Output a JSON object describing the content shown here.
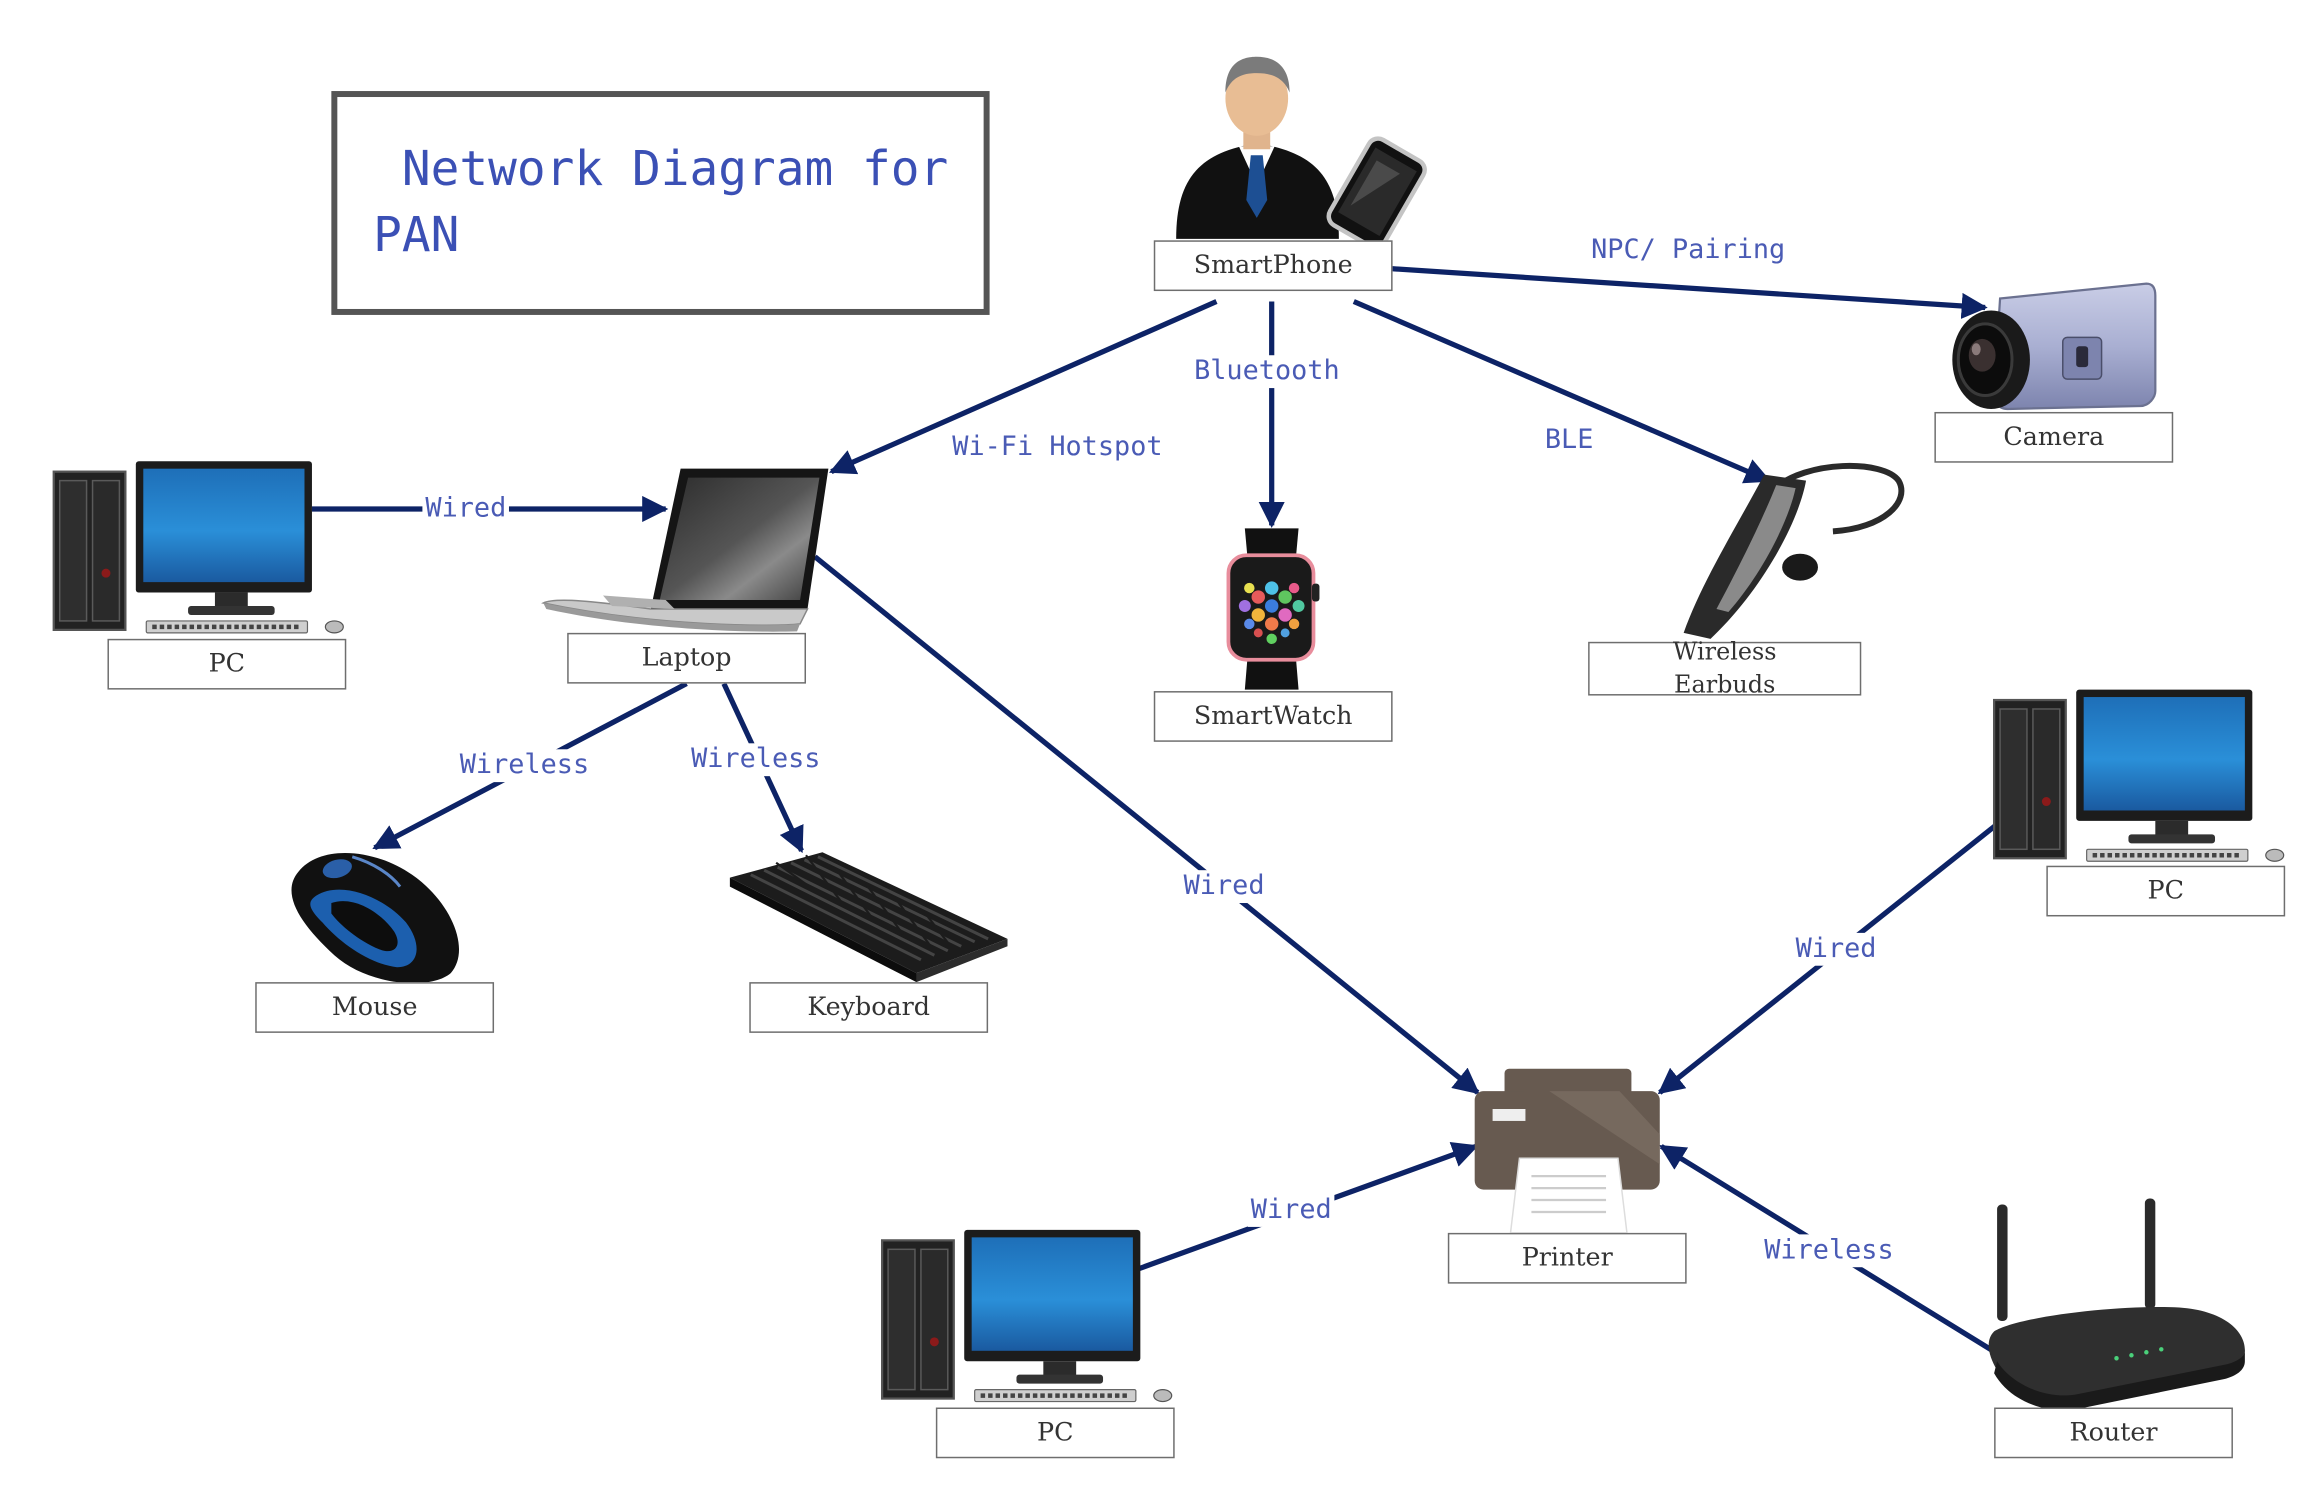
{
  "title": " Network Diagram for\nPAN",
  "nodes": {
    "smartphone": "SmartPhone",
    "camera": "Camera",
    "laptop": "Laptop",
    "pc_left": "PC",
    "smartwatch": "SmartWatch",
    "earbuds_line1": "Wireless",
    "earbuds_line2": "Earbuds",
    "mouse": "Mouse",
    "keyboard": "Keyboard",
    "printer": "Printer",
    "pc_right": "PC",
    "pc_bottom": "PC",
    "router": "Router"
  },
  "connections": {
    "phone_camera": "NPC/ Pairing",
    "phone_laptop": "Wi-Fi Hotspot",
    "phone_watch": "Bluetooth",
    "phone_earbuds": "BLE",
    "pc_laptop": "Wired",
    "laptop_mouse": "Wireless",
    "laptop_keyboard": "Wireless",
    "laptop_printer": "Wired",
    "pcright_printer": "Wired",
    "pcbottom_printer": "Wired",
    "router_printer": "Wireless"
  },
  "colors": {
    "connector": "#0d2366",
    "connector_label": "#4a5bb5",
    "title": "#3b50b5",
    "monitor_screen": "#1f7fc9",
    "printer_body": "#675a50"
  }
}
